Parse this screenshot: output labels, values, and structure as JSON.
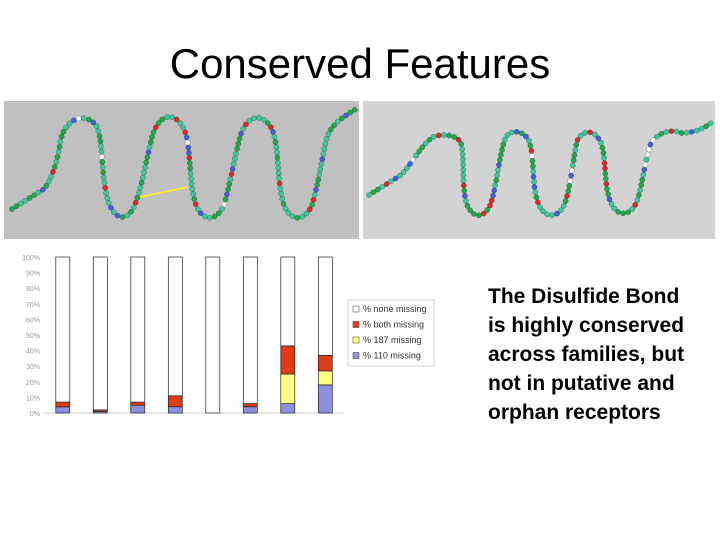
{
  "slide": {
    "title": "Conserved Features",
    "caption": "The Disulfide Bond is highly conserved across families, but not in putative and orphan receptors"
  },
  "diagrams": {
    "snake_plot_left_bg": "#c0c0c0",
    "snake_plot_right_bg": "#d3d3d3",
    "residue_colors": [
      "#3cc8a0",
      "#1faa4a",
      "#e02828",
      "#4060e0",
      "#ffffff"
    ],
    "disulfide_bond_color": "#f5e63c"
  },
  "chart_data": {
    "type": "bar",
    "stacked": true,
    "categories": [
      "",
      "",
      "",
      "",
      "",
      "",
      "",
      ""
    ],
    "ylim": [
      0,
      100
    ],
    "yticks": [
      "0%",
      "10%",
      "20%",
      "30%",
      "40%",
      "50%",
      "60%",
      "70%",
      "80%",
      "90%",
      "100%"
    ],
    "series": [
      {
        "name": "% 110 missing",
        "color": "#8f8fe0",
        "values": [
          4,
          1,
          5,
          4,
          0,
          4,
          6,
          18
        ]
      },
      {
        "name": "% 187 missing",
        "color": "#ffff80",
        "values": [
          0,
          0,
          0,
          0,
          0,
          0,
          19,
          9
        ]
      },
      {
        "name": "% both missing",
        "color": "#e03c14",
        "values": [
          3,
          1,
          2,
          7,
          0,
          2,
          18,
          10
        ]
      },
      {
        "name": "% none missing",
        "color": "#ffffff",
        "values": [
          93,
          98,
          93,
          89,
          100,
          94,
          57,
          63
        ]
      }
    ],
    "legend_order": [
      "% none missing",
      "% both missing",
      "% 187 missing",
      "% 110 missing"
    ],
    "legend_position": "right",
    "grid": false
  }
}
